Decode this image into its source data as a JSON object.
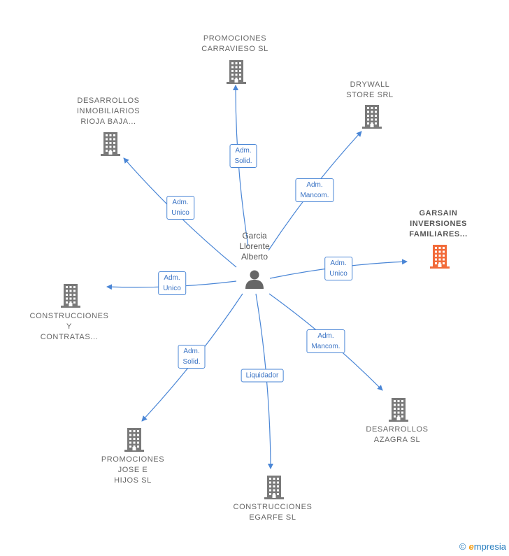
{
  "person": {
    "name": "Garcia Llorente Alberto",
    "icon": "person-icon"
  },
  "companies": [
    {
      "id": "carravieso",
      "label": "PROMOCIONES CARRAVIESO SL",
      "role": "Adm. Solid.",
      "highlight": false
    },
    {
      "id": "drywall",
      "label": "DRYWALL STORE SRL",
      "role": "Adm. Mancom.",
      "highlight": false
    },
    {
      "id": "rioja",
      "label": "DESARROLLOS INMOBILIARIOS RIOJA BAJA...",
      "role": "Adm. Unico",
      "highlight": false
    },
    {
      "id": "garsain",
      "label": "GARSAIN INVERSIONES FAMILIARES...",
      "role": "Adm. Unico",
      "highlight": true
    },
    {
      "id": "contratas",
      "label": "CONSTRUCCIONES Y CONTRATAS...",
      "role": "Adm. Unico",
      "highlight": false
    },
    {
      "id": "azagra",
      "label": "DESARROLLOS AZAGRA SL",
      "role": "Adm. Mancom.",
      "highlight": false
    },
    {
      "id": "josehijos",
      "label": "PROMOCIONES JOSE E HIJOS SL",
      "role": "Adm. Solid.",
      "highlight": false
    },
    {
      "id": "egarfe",
      "label": "CONSTRUCCIONES EGARFE SL",
      "role": "Liquidador",
      "highlight": false
    }
  ],
  "colors": {
    "edge": "#4a86d6",
    "building": "#7a7a7a",
    "building_highlight": "#f26b3a",
    "person": "#666666"
  },
  "footer": {
    "copyright": "©",
    "brand_initial": "e",
    "brand_rest": "mpresia"
  }
}
